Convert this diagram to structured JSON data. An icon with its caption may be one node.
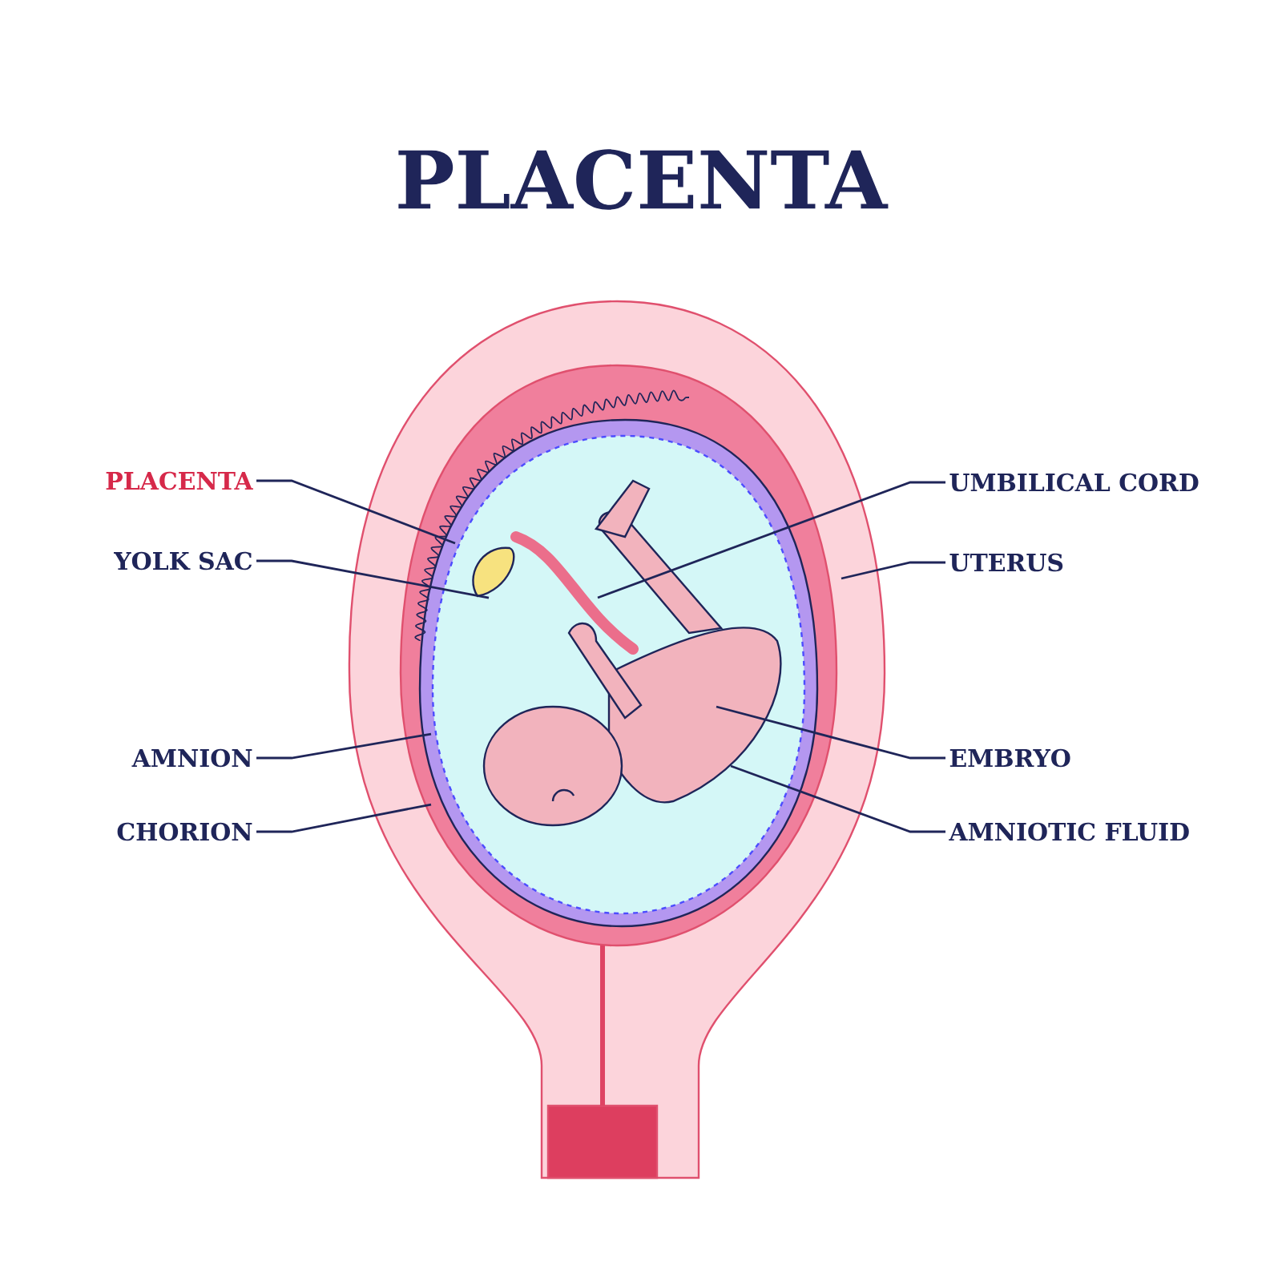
{
  "diagram": {
    "title": "PLACENTA",
    "nodes": [
      {
        "text": [
          "PLACENTA"
        ]
      },
      {
        "text": [
          "UMBILICAL CORD"
        ]
      },
      {
        "text": [
          "YOLK SAC"
        ]
      },
      {
        "text": [
          "UTERUS"
        ]
      },
      {
        "text": [
          "AMNION"
        ]
      },
      {
        "text": [
          "EMBRYO"
        ]
      },
      {
        "text": [
          "CHORION"
        ]
      },
      {
        "text": [
          "AMNIOTIC FLUID"
        ]
      }
    ],
    "edges": [
      {
        "from": 0,
        "to": null,
        "arrow": "none"
      },
      {
        "from": 1,
        "to": null,
        "arrow": "none"
      },
      {
        "from": 2,
        "to": null,
        "arrow": "none"
      },
      {
        "from": 3,
        "to": null,
        "arrow": "none"
      },
      {
        "from": 4,
        "to": null,
        "arrow": "none"
      },
      {
        "from": 5,
        "to": null,
        "arrow": "none"
      },
      {
        "from": 6,
        "to": null,
        "arrow": "none"
      },
      {
        "from": 7,
        "to": null,
        "arrow": "none"
      }
    ]
  }
}
